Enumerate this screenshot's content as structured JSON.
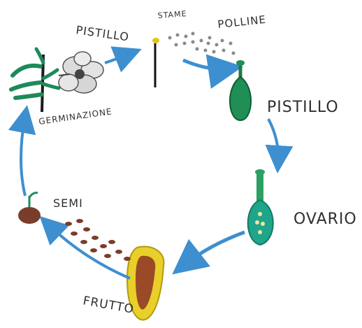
{
  "diagram": {
    "labels": {
      "pistil_top": "PISTILLO",
      "stamen": "STAME",
      "pollen": "POLLINE",
      "pistil_right": "PISTILLO",
      "ovary": "OVARIO",
      "fruit": "FRUTTO",
      "seeds": "SEMI",
      "germination": "GERMINAZIONE"
    },
    "colors": {
      "arrow": "#3d8fd0",
      "pistil_green": "#1f8f55",
      "ovary_teal": "#1fa58c",
      "fruit_yellow": "#e8cf2a",
      "fruit_core": "#9a4a26",
      "seed_brown": "#7a3d2a",
      "leaf_green": "#1d8a5a",
      "ink": "#222222"
    },
    "icons": {
      "flower": "flowering-plant-icon",
      "stamen": "stamen-icon",
      "pollen": "pollen-grains-icon",
      "pistil": "pistil-icon",
      "ovary": "ovary-icon",
      "fruit": "fruit-icon",
      "seed": "germinating-seed-icon"
    }
  }
}
